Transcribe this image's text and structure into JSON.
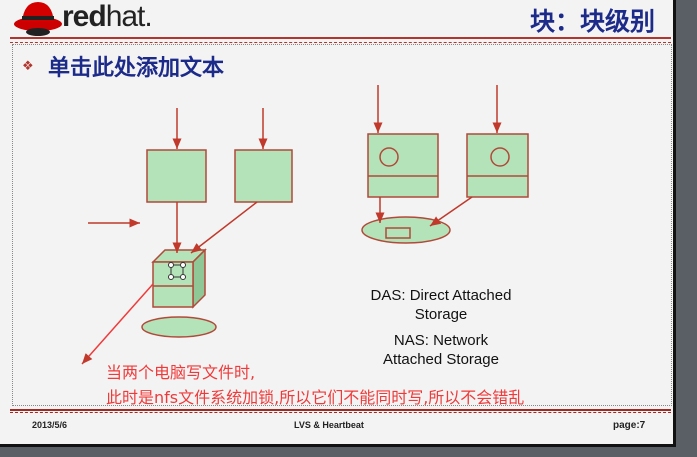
{
  "header": {
    "logo_text_bold": "red",
    "logo_text": "hat.",
    "title": "块：块级别"
  },
  "slide": {
    "subtitle": "单击此处添加文本",
    "das_label": [
      "DAS: Direct Attached",
      "Storage"
    ],
    "nas_label": [
      "NAS: Network",
      "Attached Storage"
    ],
    "note": [
      "当两个电脑写文件时,",
      "此时是nfs文件系统加锁,所以它们不能同时写,所以不会错乱"
    ]
  },
  "footer": {
    "date": "2013/5/6",
    "center": "LVS & Heartbeat",
    "page": "page:7"
  },
  "colors": {
    "accent": "#b0362e",
    "box_fill": "#b5e3b9",
    "title": "#1c2b8a",
    "note": "#f03a3a"
  }
}
